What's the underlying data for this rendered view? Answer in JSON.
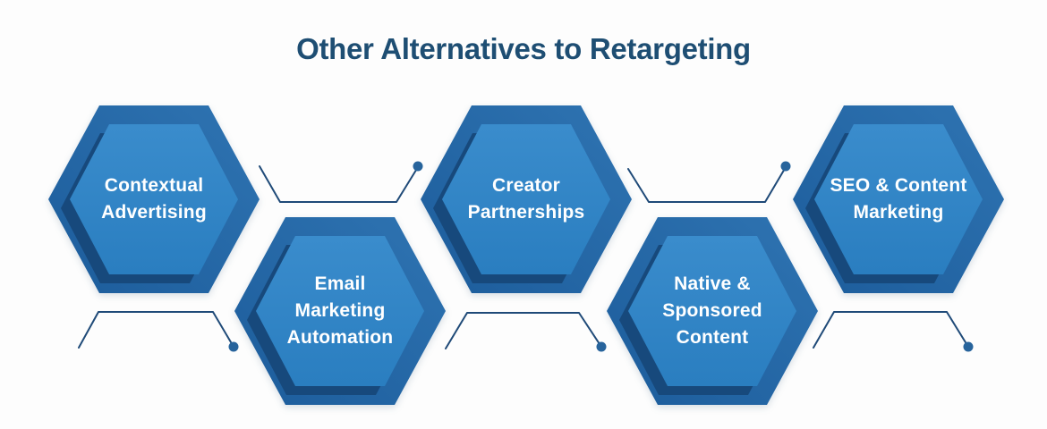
{
  "title": "Other Alternatives to Retargeting",
  "hexagons": [
    {
      "label": "Contextual\nAdvertising"
    },
    {
      "label": "Email\nMarketing\nAutomation"
    },
    {
      "label": "Creator\nPartnerships"
    },
    {
      "label": "Native &\nSponsored\nContent"
    },
    {
      "label": "SEO & Content\nMarketing"
    }
  ],
  "colors": {
    "background": "#fdfdfd",
    "title_text": "#1e4e73",
    "hex_outer_light": "#2f74b2",
    "hex_outer_dark": "#1c5c9b",
    "hex_inner_light": "#3a8ccc",
    "hex_inner_dark": "#2a7ec0",
    "hex_shadow": "#17497c",
    "hex_label_text": "#ffffff",
    "connector_line": "#1f4a78",
    "connector_dot": "#27649c"
  }
}
